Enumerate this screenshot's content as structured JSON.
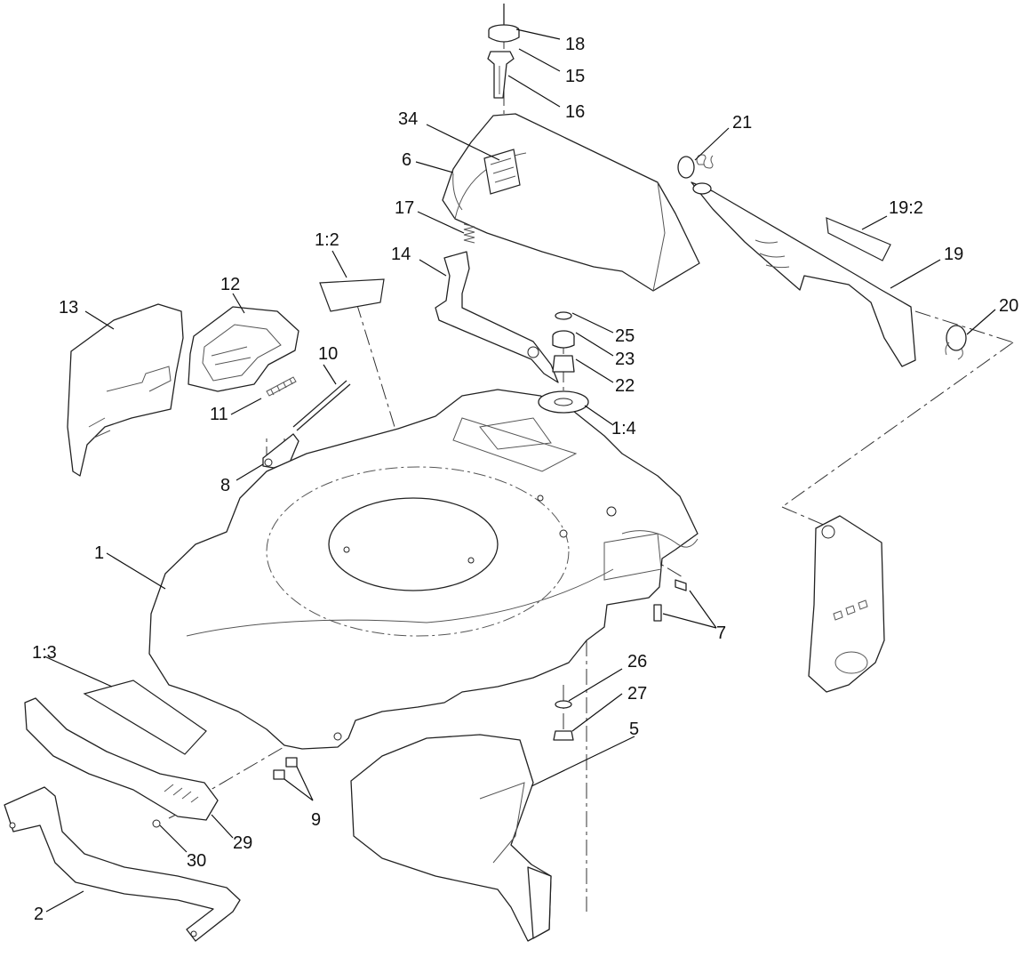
{
  "diagram": {
    "callouts": [
      {
        "id": "c18",
        "label": "18"
      },
      {
        "id": "c15",
        "label": "15"
      },
      {
        "id": "c16",
        "label": "16"
      },
      {
        "id": "c34",
        "label": "34"
      },
      {
        "id": "c6",
        "label": "6"
      },
      {
        "id": "c17",
        "label": "17"
      },
      {
        "id": "c14",
        "label": "14"
      },
      {
        "id": "c21",
        "label": "21"
      },
      {
        "id": "c19_2",
        "label": "19:2"
      },
      {
        "id": "c19",
        "label": "19"
      },
      {
        "id": "c20",
        "label": "20"
      },
      {
        "id": "c1_2",
        "label": "1:2"
      },
      {
        "id": "c12",
        "label": "12"
      },
      {
        "id": "c13",
        "label": "13"
      },
      {
        "id": "c10",
        "label": "10"
      },
      {
        "id": "c11",
        "label": "11"
      },
      {
        "id": "c8",
        "label": "8"
      },
      {
        "id": "c25",
        "label": "25"
      },
      {
        "id": "c23",
        "label": "23"
      },
      {
        "id": "c22",
        "label": "22"
      },
      {
        "id": "c1_4",
        "label": "1:4"
      },
      {
        "id": "c1",
        "label": "1"
      },
      {
        "id": "c7",
        "label": "7"
      },
      {
        "id": "c1_3",
        "label": "1:3"
      },
      {
        "id": "c26",
        "label": "26"
      },
      {
        "id": "c27",
        "label": "27"
      },
      {
        "id": "c5",
        "label": "5"
      },
      {
        "id": "c9",
        "label": "9"
      },
      {
        "id": "c29",
        "label": "29"
      },
      {
        "id": "c30",
        "label": "30"
      },
      {
        "id": "c2",
        "label": "2"
      }
    ]
  }
}
